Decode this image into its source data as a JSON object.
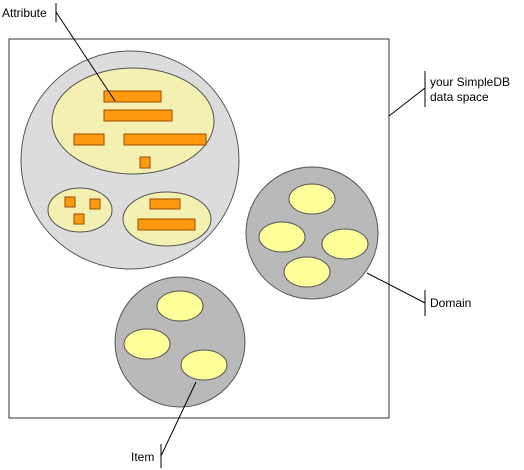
{
  "labels": {
    "attribute": "Attribute",
    "data_space_line1": "your SimpleDB",
    "data_space_line2": "data space",
    "domain": "Domain",
    "item": "Item"
  },
  "colors": {
    "frame_stroke": "#333333",
    "domain_large_fill": "#dcdcdc",
    "domain_small_fill": "#b9b9b9",
    "item_fill_pale": "#f3f0b2",
    "item_fill_bright": "#ffff99",
    "attribute_fill": "#ff9a10",
    "attribute_stroke": "#9a4d00",
    "outline": "#555555",
    "leader_line": "#000000"
  }
}
